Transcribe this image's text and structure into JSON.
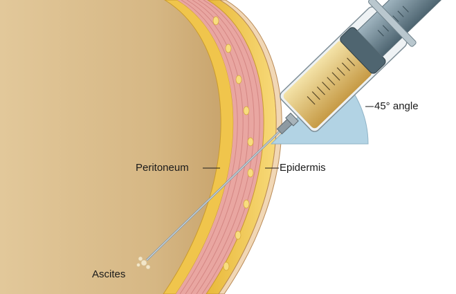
{
  "labels": {
    "angle": "45° angle",
    "peritoneum": "Peritoneum",
    "epidermis": "Epidermis",
    "ascites": "Ascites"
  },
  "colors": {
    "abdomen": "#d6b985",
    "fat": "#f2c74a",
    "muscle": "#e8a7a0",
    "angle_wedge": "#a9cde0",
    "syringe_fluid": "#d9b45a"
  }
}
